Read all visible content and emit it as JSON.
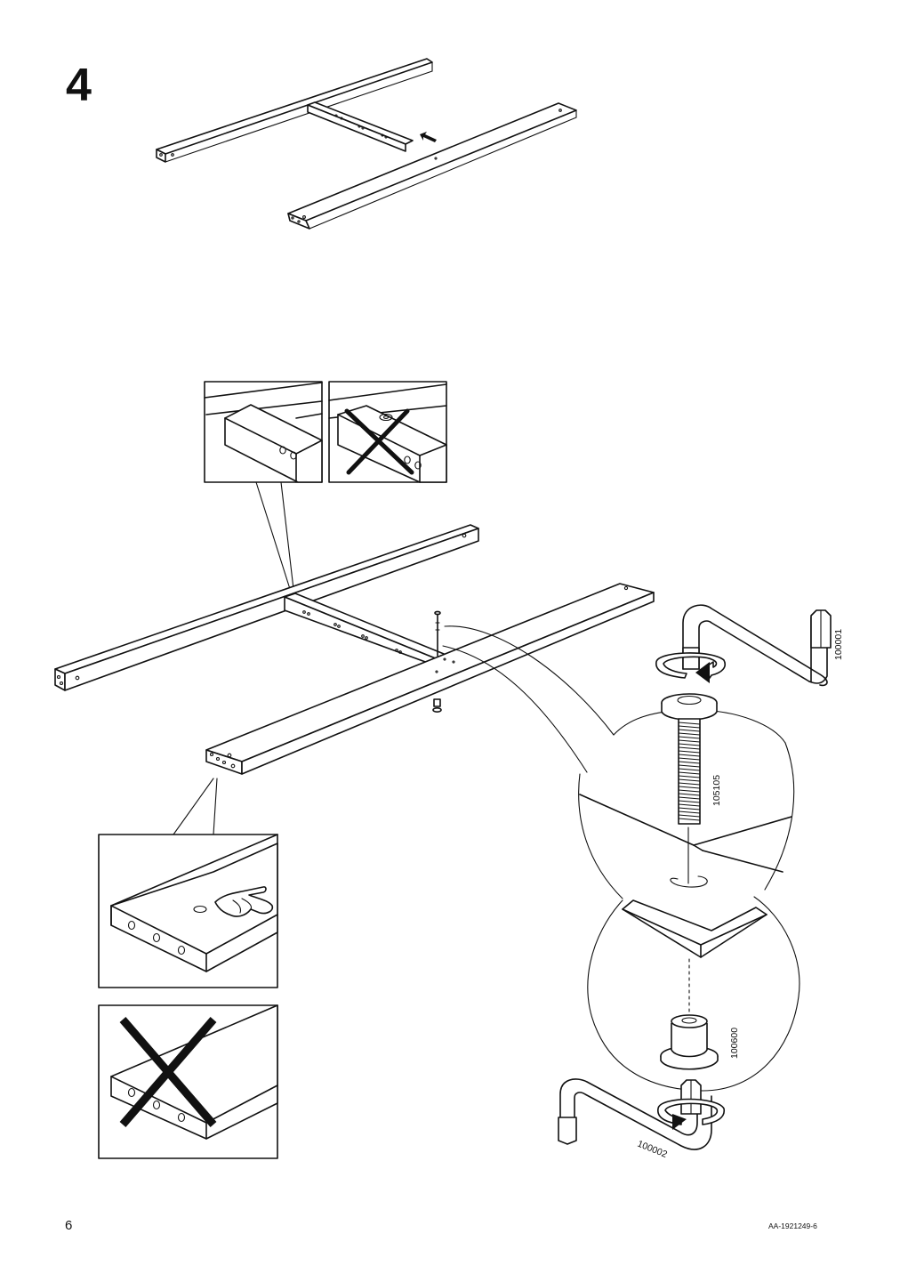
{
  "step": {
    "number": "4"
  },
  "parts": {
    "allen_key_top": "100001",
    "bolt": "105105",
    "barrel_nut": "100600",
    "allen_key_bottom": "100002"
  },
  "footer": {
    "page_number": "6",
    "document_code": "AA-1921249-6"
  }
}
